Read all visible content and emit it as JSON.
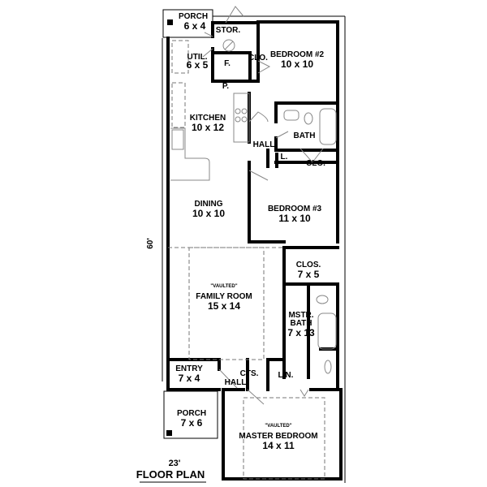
{
  "rooms": {
    "porch_top": {
      "name": "PORCH",
      "size": "6 x 4"
    },
    "storage": {
      "name": "STOR."
    },
    "utility": {
      "name": "UTIL.",
      "size": "6 x 5"
    },
    "freezer": {
      "name": "F."
    },
    "pantry": {
      "name": "P."
    },
    "closet_bed2": {
      "name": "CLO."
    },
    "bedroom2": {
      "name": "BEDROOM #2",
      "size": "10 x 10"
    },
    "kitchen": {
      "name": "KITCHEN",
      "size": "10 x 12"
    },
    "bath": {
      "name": "BATH"
    },
    "hall_top": {
      "name": "HALL"
    },
    "linen_top": {
      "name": "L."
    },
    "closet_bed3": {
      "name": "CLO."
    },
    "dining": {
      "name": "DINING",
      "size": "10 x 10"
    },
    "bedroom3": {
      "name": "BEDROOM #3",
      "size": "11 x 10"
    },
    "family": {
      "note": "\"VAULTED\"",
      "name": "FAMILY ROOM",
      "size": "15 x 14"
    },
    "master_closet": {
      "name": "CLOS.",
      "size": "7 x 5"
    },
    "master_bath": {
      "name": "MSTR.",
      "name2": "BATH",
      "size": "7 x 13"
    },
    "entry": {
      "name": "ENTRY",
      "size": "7 x 4"
    },
    "hall_bottom": {
      "name": "HALL"
    },
    "coats": {
      "name": "CTS."
    },
    "linen_bottom": {
      "name": "LIN."
    },
    "porch_bottom": {
      "name": "PORCH",
      "size": "7 x 6"
    },
    "master_bedroom": {
      "note": "\"VAULTED\"",
      "name": "MASTER BEDROOM",
      "size": "14 x 11"
    }
  },
  "dimensions": {
    "depth": "60'",
    "width": "23'"
  },
  "title": "FLOOR PLAN"
}
